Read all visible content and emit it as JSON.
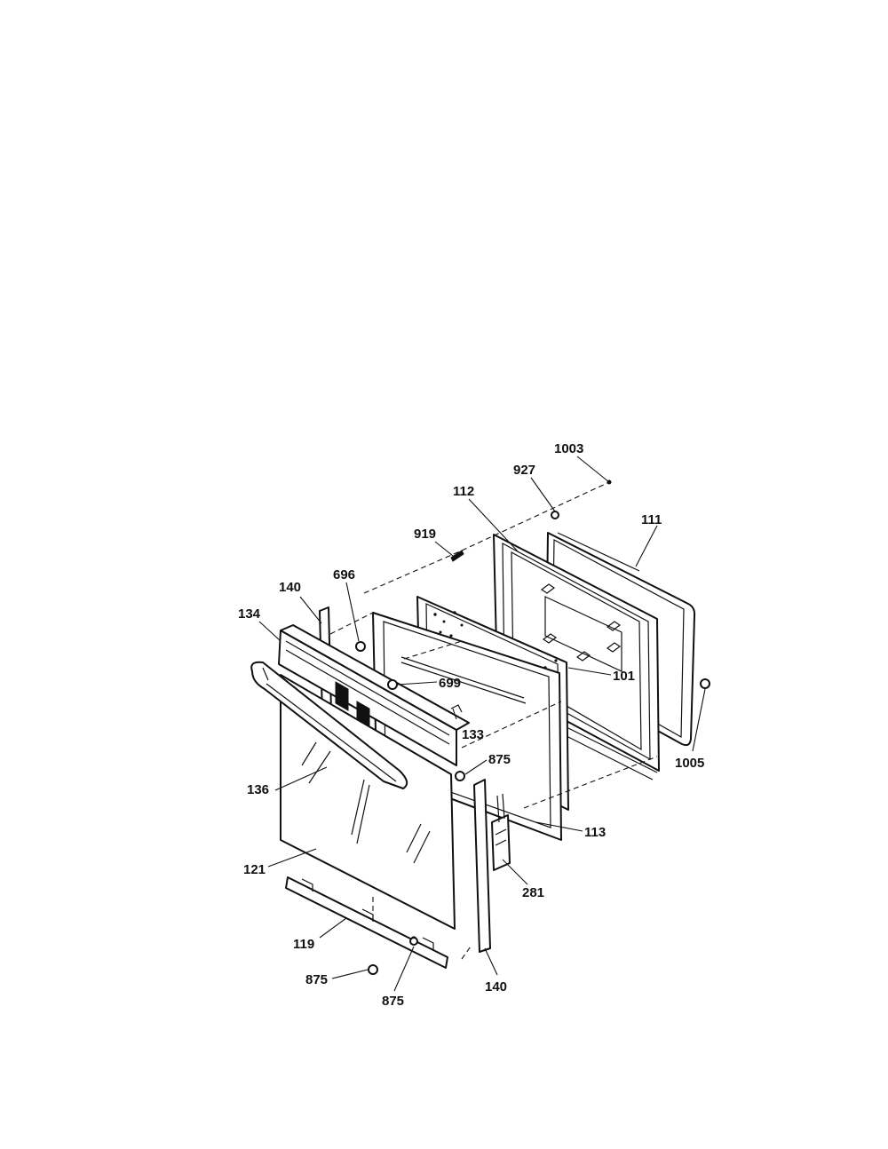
{
  "labels": {
    "p1003": "1003",
    "p927": "927",
    "p112": "112",
    "p111": "111",
    "p919": "919",
    "p140_top": "140",
    "p696": "696",
    "p134": "134",
    "p699": "699",
    "p101": "101",
    "p133": "133",
    "p1005": "1005",
    "p875_mid": "875",
    "p136": "136",
    "p113": "113",
    "p121": "121",
    "p281": "281",
    "p119": "119",
    "p875_left": "875",
    "p875_bottom": "875",
    "p140_bottom": "140"
  }
}
